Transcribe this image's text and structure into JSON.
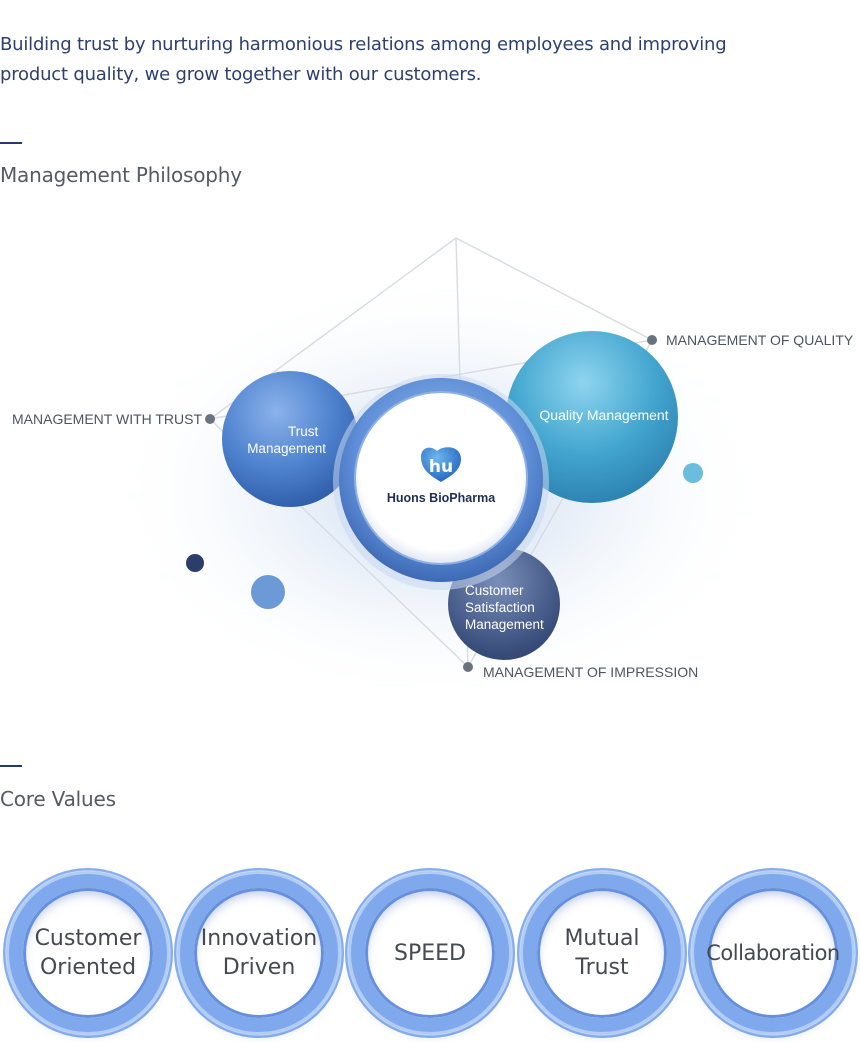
{
  "intro": {
    "line1": "Building trust by nurturing harmonious relations among employees and improving",
    "line2": "product quality, we grow together with our customers."
  },
  "philosophy": {
    "title": "Management Philosophy",
    "center_brand": "Huons BioPharma",
    "logo_glyph": "hu",
    "bubbles": {
      "trust": "Trust\nManagement",
      "quality": "Quality Management",
      "customer": "Customer\nSatisfaction\nManagement"
    },
    "callouts": {
      "trust": "MANAGEMENT WITH TRUST",
      "quality": "MANAGEMENT OF QUALITY",
      "impression": "MANAGEMENT OF IMPRESSION"
    }
  },
  "core_values": {
    "title": "Core Values",
    "items": [
      {
        "label": "Customer\nOriented"
      },
      {
        "label": "Innovation\nDriven"
      },
      {
        "label": "SPEED"
      },
      {
        "label": "Mutual\nTrust"
      },
      {
        "label": "Collaboration"
      }
    ]
  },
  "colors": {
    "heading_text": "#2d3f70",
    "section_text": "#555b63",
    "accent_blue": "#3a6fc0",
    "teal": "#3aa3c9"
  }
}
